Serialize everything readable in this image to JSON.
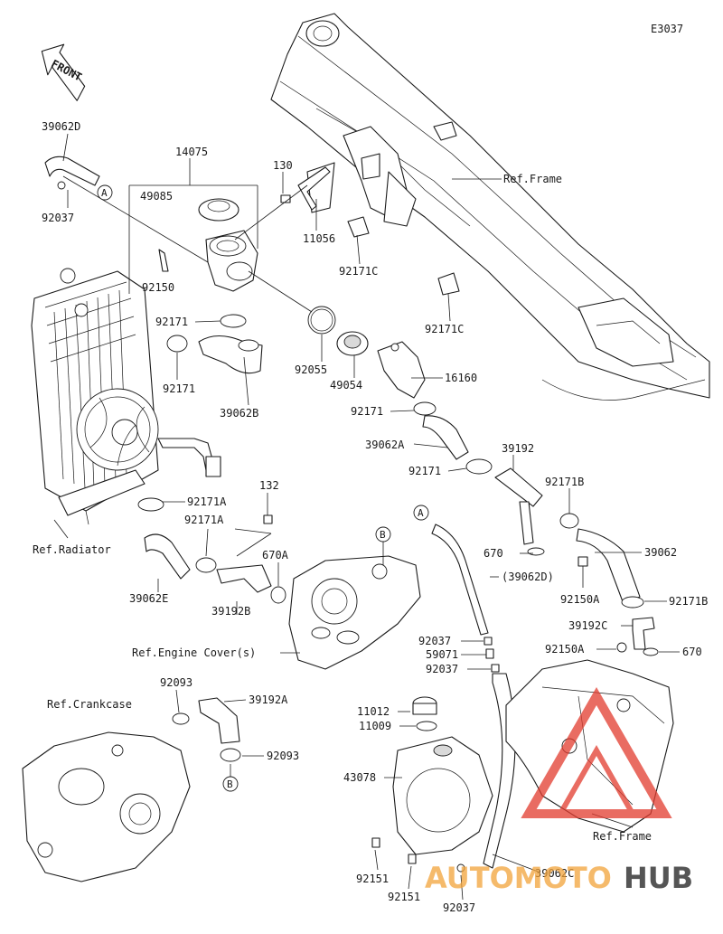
{
  "diagram_code": "E3037",
  "front_label": "FRONT",
  "callouts": {
    "a": "A",
    "b": "B"
  },
  "labels": {
    "p39062D": "39062D",
    "p92037_top": "92037",
    "p14075": "14075",
    "p49085": "49085",
    "p130": "130",
    "p11056": "11056",
    "p92171C_1": "92171C",
    "p92171C_2": "92171C",
    "ref_frame_top": "Ref.Frame",
    "p92150_top": "92150",
    "p92171_1": "92171",
    "p92171_2": "92171",
    "p39062B": "39062B",
    "p92055": "92055",
    "p49054": "49054",
    "p16160": "16160",
    "p92171_3": "92171",
    "p39062A": "39062A",
    "p39192": "39192",
    "p92171_4": "92171",
    "p92171B_1": "92171B",
    "p670_1": "670",
    "p39062": "39062",
    "p92150A_1": "92150A",
    "p92171B_2": "92171B",
    "p39192C": "39192C",
    "p92150A_2": "92150A",
    "p670_2": "670",
    "p39062D_ref": "(39062D)",
    "p92037_mid1": "92037",
    "p59071": "59071",
    "p92037_mid2": "92037",
    "p92171A_1": "92171A",
    "p92171A_2": "92171A",
    "p132": "132",
    "p670A": "670A",
    "ref_radiator": "Ref.Radiator",
    "p39062E": "39062E",
    "p39192B": "39192B",
    "ref_engine_cover": "Ref.Engine Cover(s)",
    "p92093_1": "92093",
    "p39192A": "39192A",
    "ref_crankcase": "Ref.Crankcase",
    "p92093_2": "92093",
    "p11012": "11012",
    "p11009": "11009",
    "p43078": "43078",
    "ref_frame_bottom": "Ref.Frame",
    "p92151_1": "92151",
    "p92151_2": "92151",
    "p92037_bottom": "92037",
    "p39062C": "39062C"
  },
  "watermark": {
    "part1": "AUTOMOTO",
    "part2": "HUB"
  },
  "colors": {
    "line": "#1a1a1a",
    "watermark_red": "#e23b2e",
    "watermark_orange": "#f2a33a",
    "watermark_dark": "#1d1d1d"
  }
}
